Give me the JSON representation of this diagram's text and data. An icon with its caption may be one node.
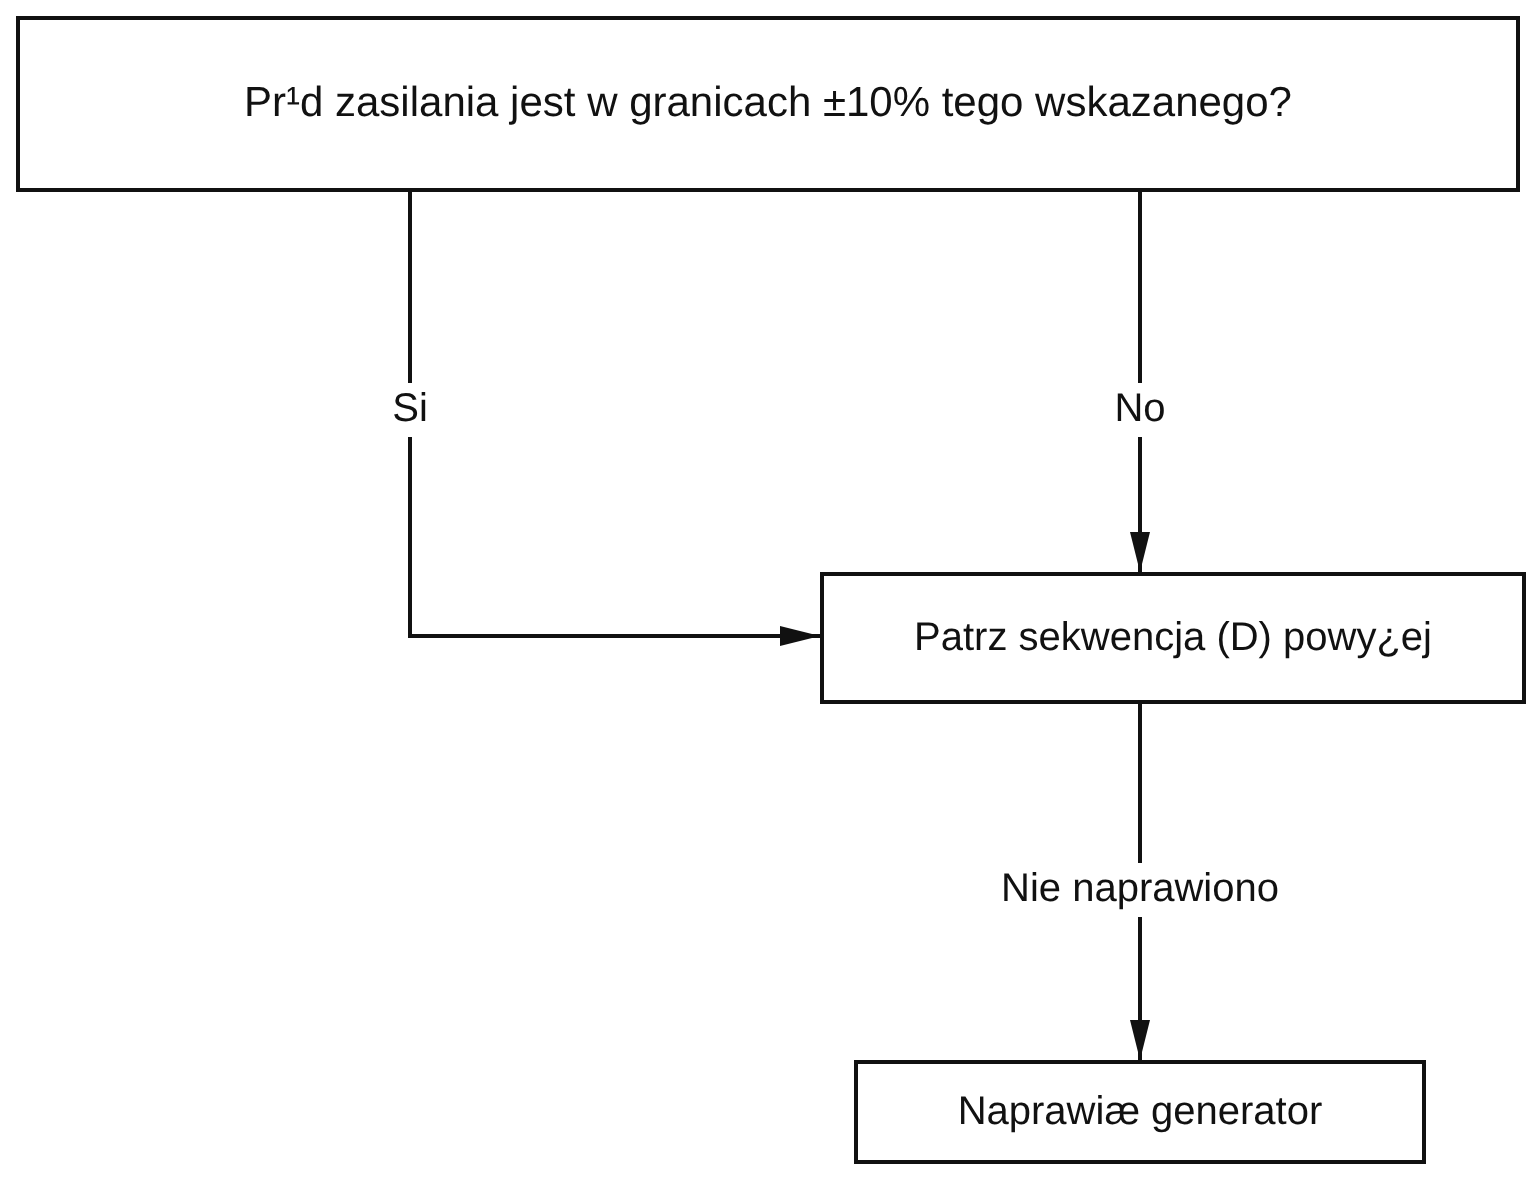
{
  "diagram": {
    "nodes": [
      {
        "text": [
          "Pr¹d zasilania jest w granicach ±10% tego wskazanego?"
        ]
      },
      {
        "text": [
          "Patrz sekwencja (D) powy¿ej"
        ]
      },
      {
        "text": [
          "Naprawiæ generator"
        ]
      }
    ],
    "edges": [
      {
        "from": 0,
        "to": 1,
        "arrow": "to",
        "label": "Si"
      },
      {
        "from": 0,
        "to": 1,
        "arrow": "to",
        "label": "No"
      },
      {
        "from": 1,
        "to": 2,
        "arrow": "to",
        "label": "Nie naprawiono"
      }
    ]
  }
}
